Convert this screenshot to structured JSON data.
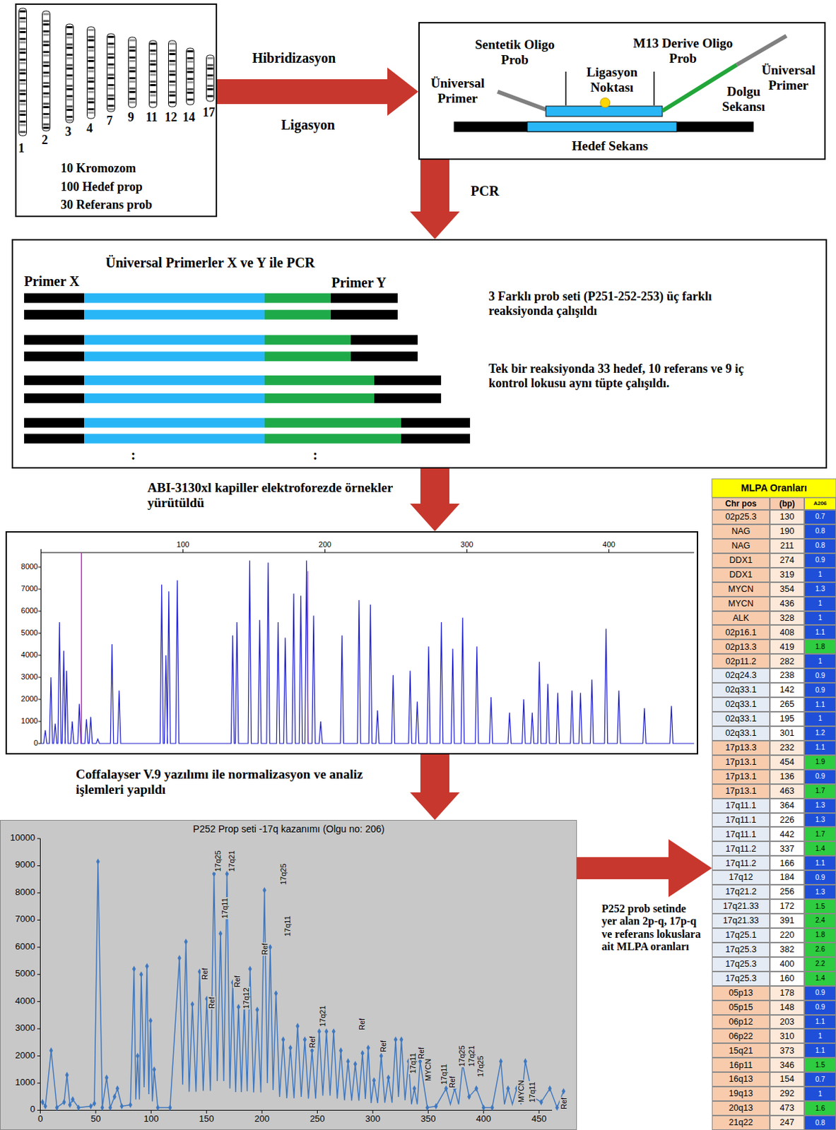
{
  "diagram": {
    "nodes": [
      {
        "text": [
          "10 Kromozom",
          "100 Hedef prop",
          "30 Referans prob"
        ]
      },
      {
        "text": [
          "Sentetik Oligo Prob",
          "Üniversal Primer",
          "Ligasyon Noktası",
          "M13 Derive Oligo Prob",
          "Üniversal Primer",
          "Dolgu Sekansı",
          "Hedef Sekans"
        ]
      },
      {
        "text": [
          "Üniversal Primerler X ve Y ile PCR",
          "Primer X",
          "Primer Y",
          "3 Farklı prob seti (P251-252-253) üç farklı reaksiyonda çalışıldı",
          "Tek bir reaksiyonda 33 hedef, 10 referans ve 9 iç kontrol lokusu aynı tüpte çalışıldı.",
          ":",
          ":"
        ]
      },
      {
        "text": [
          "100",
          "200",
          "300",
          "400",
          "8000",
          "7000",
          "6000",
          "5000",
          "4000",
          "3000",
          "2000",
          "1000",
          "0"
        ]
      },
      {
        "text": [
          "P252 Prop seti -17q kazanımı (Olgu no: 206)",
          "10000",
          "9000",
          "8000",
          "7000",
          "6000",
          "5000",
          "4000",
          "3000",
          "2000",
          "1000",
          "0",
          "0",
          "50",
          "100",
          "150",
          "200",
          "250",
          "300",
          "350",
          "400",
          "450",
          "Ref",
          "Ref",
          "17q25",
          "17q11",
          "17q21",
          "Ref",
          "17q12",
          "Ref",
          "17q25",
          "17q11",
          "Ref",
          "17q21",
          "Ref",
          "Ref",
          "17q11",
          "Ref",
          "MYCN",
          "17q11",
          "Ref",
          "17q25",
          "17q21",
          "17q25",
          "MYCN",
          "17q11",
          "Ref"
        ]
      },
      {
        "text": [
          "MLPA Oranları"
        ]
      }
    ],
    "edges": [
      {
        "from": 0,
        "to": 1,
        "arrow": "to"
      },
      {
        "from": 1,
        "to": 2,
        "arrow": "to",
        "label": "PCR"
      },
      {
        "from": 2,
        "to": 3,
        "arrow": "to",
        "label": "ABI-3130xl kapiller elektroforezde örnekler yürütüldü"
      },
      {
        "from": 3,
        "to": 4,
        "arrow": "to",
        "label": "Coffalayser V.9 yazılımı ile normalizasyon ve analiz işlemleri yapıldı"
      },
      {
        "from": 4,
        "to": 5,
        "arrow": "to",
        "label": "P252 prob setinde yer alan 2p-q, 17p-q ve referans lokuslara ait MLPA oranları"
      }
    ],
    "labels": [
      "1",
      "2",
      "3",
      "4",
      "7",
      "9",
      "11",
      "12",
      "14",
      "17",
      "Hibridizasyon",
      "Ligasyon",
      "Chr pos",
      "(bp)",
      "A206",
      "02p25.3",
      "130",
      "0.7",
      "NAG",
      "190",
      "0.8",
      "NAG",
      "211",
      "0.8",
      "DDX1",
      "274",
      "0.9",
      "DDX1",
      "319",
      "1",
      "MYCN",
      "354",
      "1.3",
      "MYCN",
      "436",
      "1",
      "ALK",
      "328",
      "1",
      "02p16.1",
      "408",
      "1.1",
      "02p13.3",
      "419",
      "1.8",
      "02p11.2",
      "282",
      "1",
      "02q24.3",
      "238",
      "0.9",
      "02q33.1",
      "142",
      "0.9",
      "02q33.1",
      "265",
      "1.1",
      "02q33.1",
      "195",
      "1",
      "02q33.1",
      "301",
      "1.2",
      "17p13.3",
      "232",
      "1.1",
      "17p13.1",
      "454",
      "1.9",
      "17p13.1",
      "136",
      "0.9",
      "17p13.1",
      "463",
      "1.7",
      "17q11.1",
      "364",
      "1.3",
      "17q11.1",
      "226",
      "1.3",
      "17q11.1",
      "442",
      "1.7",
      "17q11.2",
      "337",
      "1.4",
      "17q11.2",
      "166",
      "1.1",
      "17q12",
      "184",
      "0.9",
      "17q21.2",
      "256",
      "1.3",
      "17q21.33",
      "172",
      "1.5",
      "17q21.33",
      "391",
      "2.4",
      "17q25.1",
      "220",
      "1.8",
      "17q25.3",
      "382",
      "2.6",
      "17q25.3",
      "400",
      "2.2",
      "17q25.3",
      "160",
      "1.4",
      "05p13",
      "178",
      "0.9",
      "05p15",
      "148",
      "0.9",
      "06p12",
      "203",
      "1.1",
      "06p22",
      "310",
      "1",
      "15q21",
      "373",
      "1.1",
      "16p11",
      "346",
      "1.5",
      "16q13",
      "154",
      "0.7",
      "19q13",
      "292",
      "1",
      "20q13",
      "473",
      "1.6",
      "21q22",
      "247",
      "0.8"
    ]
  }
}
